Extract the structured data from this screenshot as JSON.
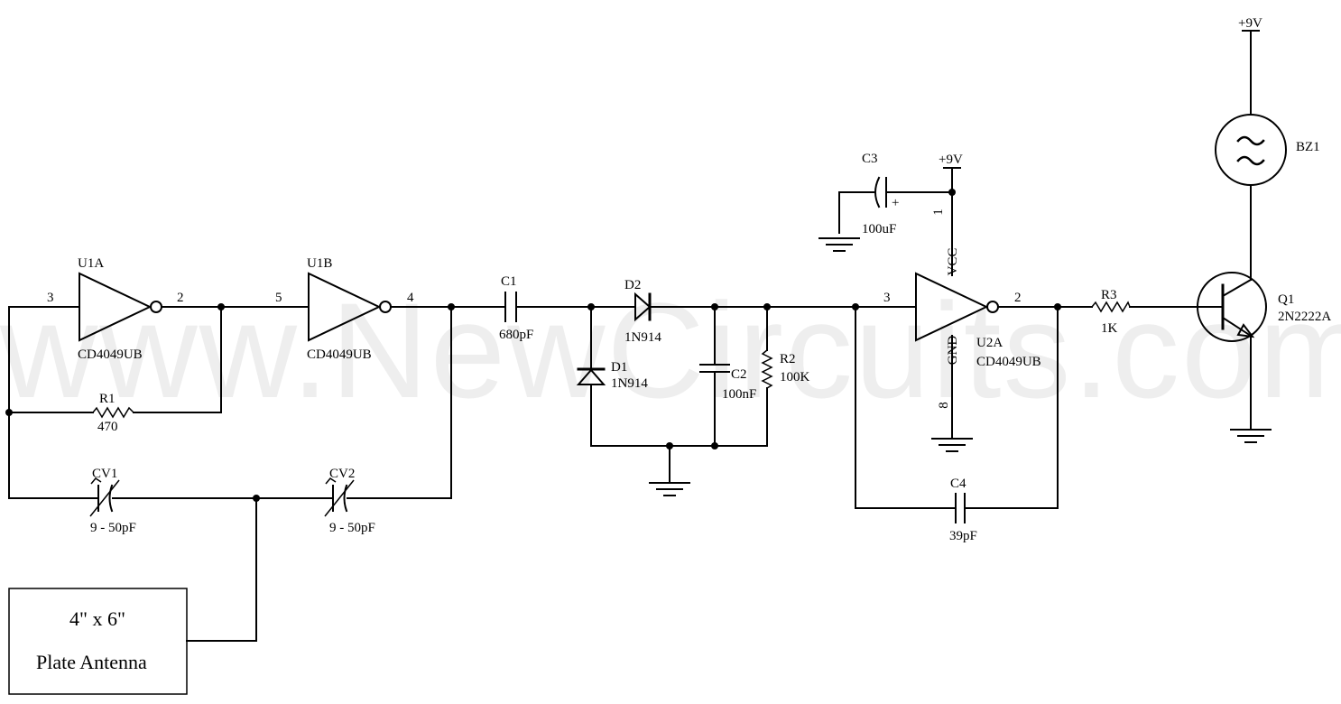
{
  "watermark": "www.NewCircuits.com",
  "labels": {
    "u1a": "U1A",
    "u1a_part": "CD4049UB",
    "u1a_pin_in": "3",
    "u1a_pin_out": "2",
    "u1b": "U1B",
    "u1b_part": "CD4049UB",
    "u1b_pin_in": "5",
    "u1b_pin_out": "4",
    "r1": "R1",
    "r1_val": "470",
    "cv1": "CV1",
    "cv1_val": "9 - 50pF",
    "cv2": "CV2",
    "cv2_val": "9 - 50pF",
    "c1": "C1",
    "c1_val": "680pF",
    "d2": "D2",
    "d2_val": "1N914",
    "d1": "D1",
    "d1_val": "1N914",
    "c2": "C2",
    "c2_val": "100nF",
    "r2": "R2",
    "r2_val": "100K",
    "c3": "C3",
    "c3_val": "100uF",
    "c3_plus": "+",
    "vcc_supply": "+9V",
    "vcc": "VCC",
    "gnd": "GND",
    "pin1": "1",
    "pin8": "8",
    "u2a": "U2A",
    "u2a_part": "CD4049UB",
    "u2a_pin_in": "3",
    "u2a_pin_out": "2",
    "c4": "C4",
    "c4_val": "39pF",
    "r3": "R3",
    "r3_val": "1K",
    "q1": "Q1",
    "q1_val": "2N2222A",
    "bz1": "BZ1",
    "top_supply": "+9V",
    "antenna_line1": "4\" x 6\"",
    "antenna_line2": "Plate Antenna"
  }
}
